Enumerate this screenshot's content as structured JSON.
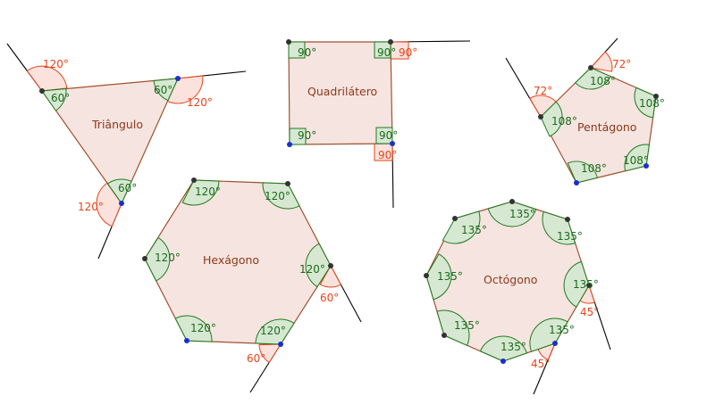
{
  "title": "",
  "colors": {
    "polygon_fill": "#f6e4e0",
    "polygon_stroke": "#a0522d",
    "interior_angle": "#1e7a1e",
    "exterior_angle": "#e8431a",
    "point_dark": "#333333",
    "point_blue": "#1a2fd1"
  },
  "polygons": [
    {
      "name": "Triângulo",
      "interior_label": "60°",
      "exterior_label": "120°"
    },
    {
      "name": "Quadrilátero",
      "interior_label": "90°",
      "exterior_label": "90°"
    },
    {
      "name": "Pentágono",
      "interior_label": "108°",
      "exterior_label": "72°"
    },
    {
      "name": "Hexágono",
      "interior_label": "120°",
      "exterior_label": "60°"
    },
    {
      "name": "Octógono",
      "interior_label": "135°",
      "exterior_label": "45°"
    }
  ]
}
